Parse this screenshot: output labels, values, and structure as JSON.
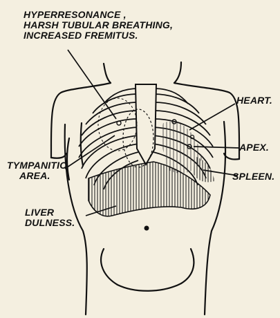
{
  "labels": {
    "top": [
      "HYPERRESONANCE ,",
      "HARSH TUBULAR BREATHING,",
      "INCREASED FREMITUS."
    ],
    "heart": "HEART.",
    "apex": "APEX.",
    "spleen": "SPLEEN.",
    "tympanitic": [
      "TYMPANITIC",
      "AREA."
    ],
    "liver": [
      "LIVER",
      "DULNESS."
    ]
  },
  "colors": {
    "ink": "#111111",
    "paper": "#f4efe0"
  }
}
